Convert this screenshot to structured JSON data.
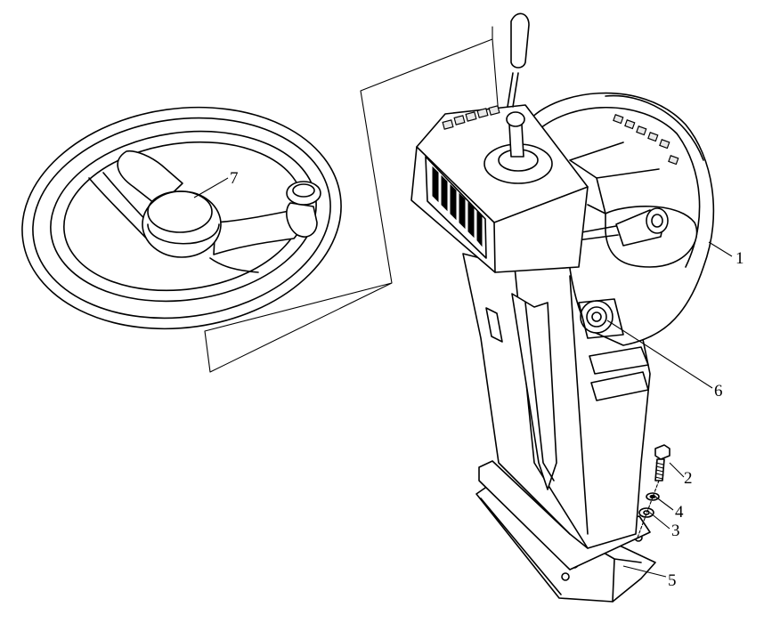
{
  "figure": {
    "background": "#ffffff",
    "line_color": "#000000",
    "callouts": [
      {
        "id": "1",
        "label": "1"
      },
      {
        "id": "2",
        "label": "2"
      },
      {
        "id": "3",
        "label": "3"
      },
      {
        "id": "4",
        "label": "4"
      },
      {
        "id": "5",
        "label": "5"
      },
      {
        "id": "6",
        "label": "6"
      },
      {
        "id": "7",
        "label": "7"
      }
    ]
  }
}
